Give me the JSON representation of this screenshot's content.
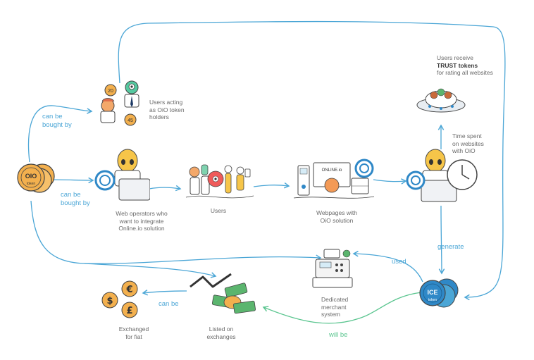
{
  "edges": {
    "can_be_bought_by_top": "can be\nbought by",
    "can_be_bought_by_mid": "can be\nbought by",
    "generate": "generate",
    "used": "used",
    "will_be": "will be",
    "can_be": "can be"
  },
  "nodes": {
    "token_holders": "Users acting\nas OiO token\nholders",
    "web_operators": "Web operators who\nwant to integrate\nOnline.io solution",
    "users": "Users",
    "webpages": "Webpages with\nOiO solution",
    "time_spent": "Time spent\non websites\nwith OiO",
    "trust_line1": "Users receive",
    "trust_bold": "TRUST tokens",
    "trust_line3": "for rating all websites",
    "merchant": "Dedicated\nmerchant\nsystem",
    "exchanges": "Listed on\nexchanges",
    "fiat": "Exchanged\nfor fiat"
  },
  "icons": {
    "oio_token_label": "OIO",
    "oio_token_sub": "token",
    "ice_token_label": "ICE",
    "ice_token_sub": "token",
    "coin_20": "20",
    "coin_45": "45",
    "screen_label": "ONLINE.io",
    "euro": "€",
    "dollar": "$",
    "pound": "£"
  },
  "colors": {
    "arrow_blue": "#4ba6d6",
    "arrow_green": "#5ac58f",
    "coin_gold": "#f3b04e",
    "alien_yellow": "#f6c549",
    "ice_blue": "#2f88c7"
  }
}
